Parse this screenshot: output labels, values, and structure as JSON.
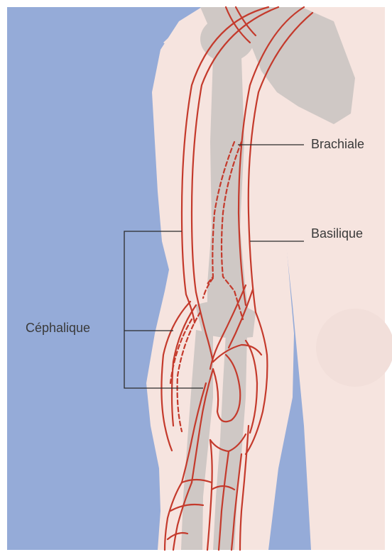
{
  "labels": {
    "brachiale": "Brachiale",
    "basilique": "Basilique",
    "cephalique": "Céphalique"
  },
  "colors": {
    "background": "#95abd8",
    "skin": "#f6e4df",
    "bone": "#cfc8c5",
    "vein": "#c43a2c",
    "leader": "#2b2b2b"
  }
}
